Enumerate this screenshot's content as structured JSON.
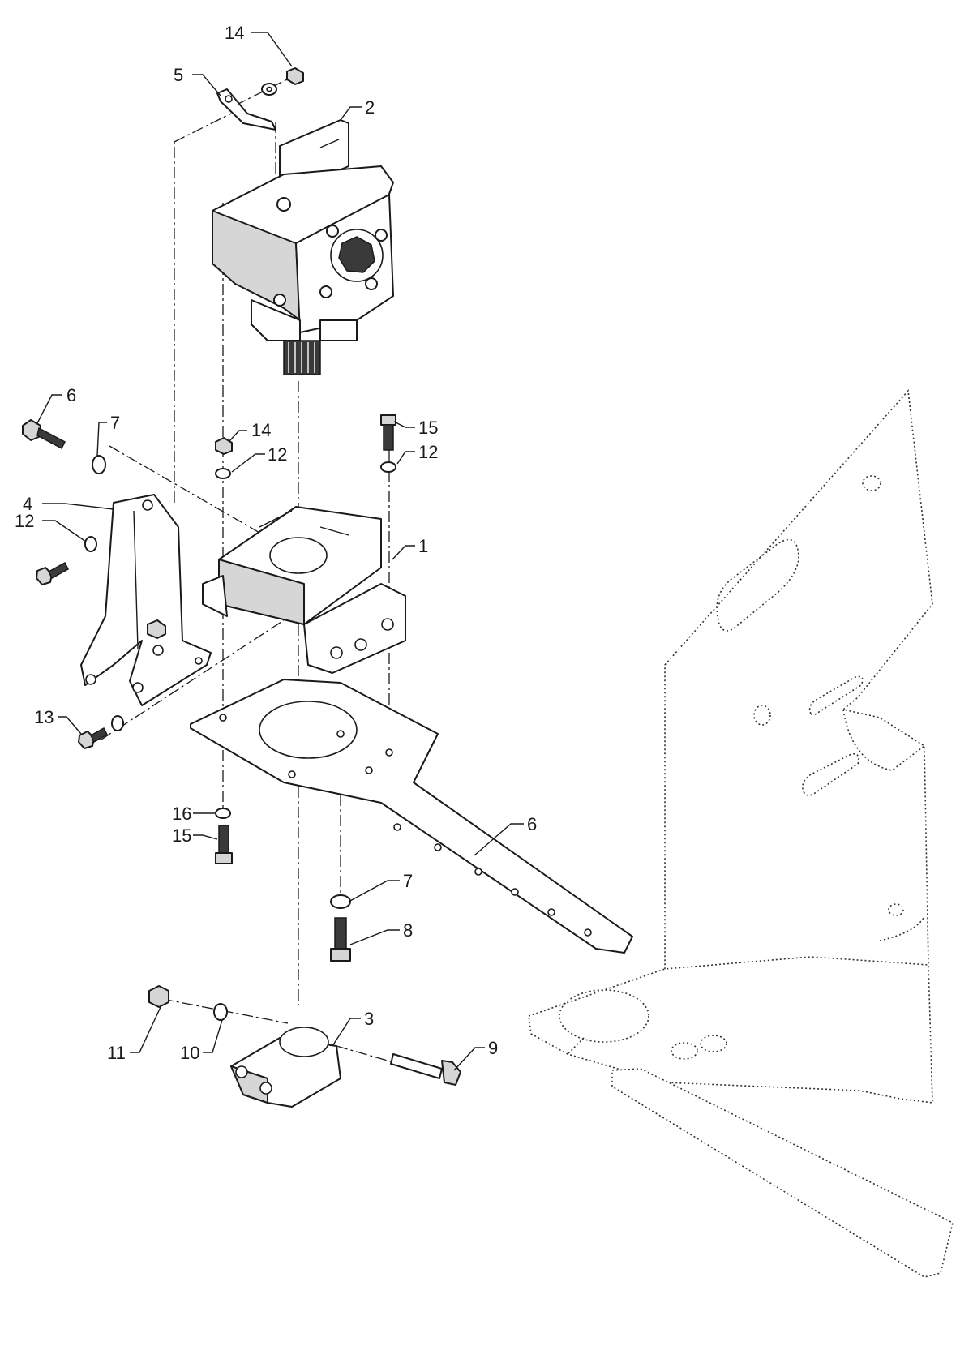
{
  "callouts": [
    {
      "id": "c14a",
      "text": "14"
    },
    {
      "id": "c5",
      "text": "5"
    },
    {
      "id": "c2",
      "text": "2"
    },
    {
      "id": "c6a",
      "text": "6"
    },
    {
      "id": "c7a",
      "text": "7"
    },
    {
      "id": "c14b",
      "text": "14"
    },
    {
      "id": "c12a",
      "text": "12"
    },
    {
      "id": "c15a",
      "text": "15"
    },
    {
      "id": "c12b",
      "text": "12"
    },
    {
      "id": "c4",
      "text": "4"
    },
    {
      "id": "c12c",
      "text": "12"
    },
    {
      "id": "c1",
      "text": "1"
    },
    {
      "id": "c13",
      "text": "13"
    },
    {
      "id": "c16",
      "text": "16"
    },
    {
      "id": "c15b",
      "text": "15"
    },
    {
      "id": "c6b",
      "text": "6"
    },
    {
      "id": "c7b",
      "text": "7"
    },
    {
      "id": "c8",
      "text": "8"
    },
    {
      "id": "c3",
      "text": "3"
    },
    {
      "id": "c11",
      "text": "11"
    },
    {
      "id": "c10",
      "text": "10"
    },
    {
      "id": "c9",
      "text": "9"
    }
  ],
  "colors": {
    "line": "#1a1a1a",
    "shade": "#d6d6d6",
    "background": "#ffffff"
  }
}
